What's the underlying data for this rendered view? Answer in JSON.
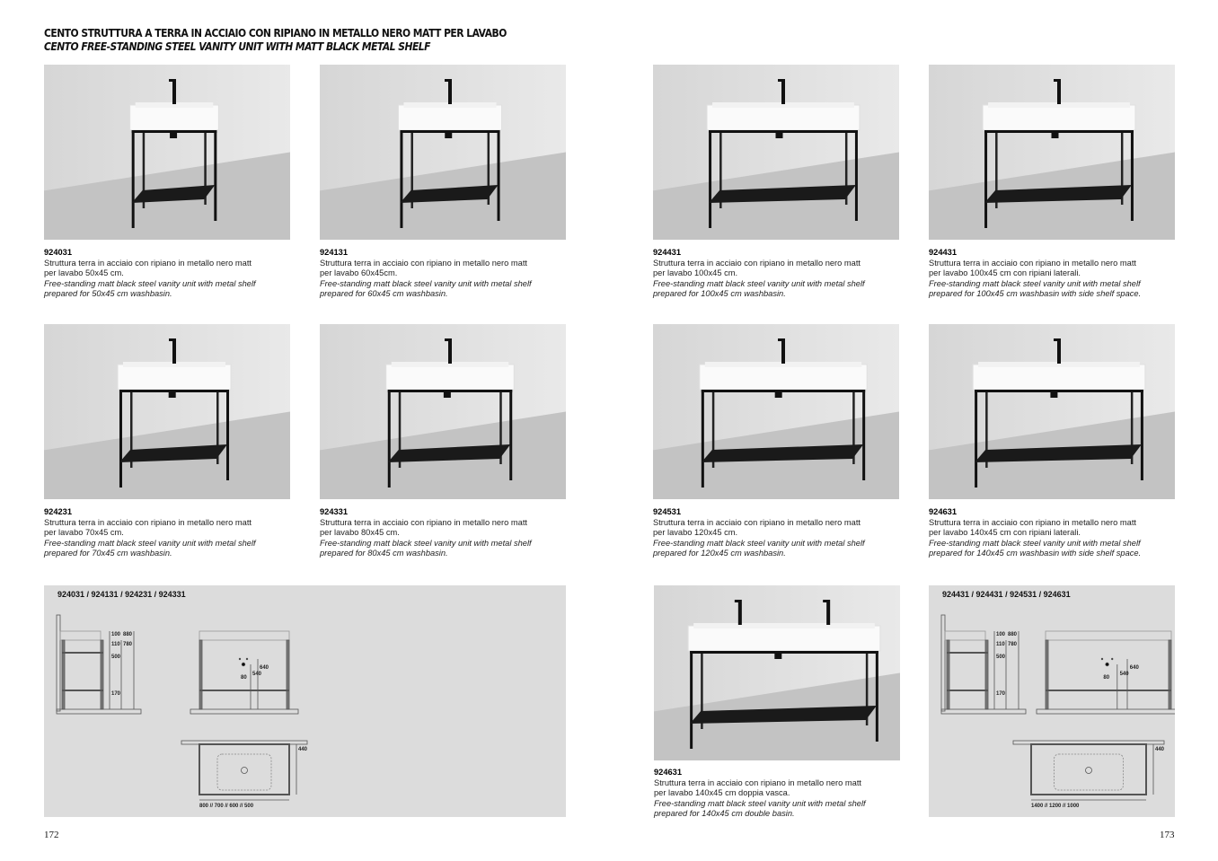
{
  "header": {
    "title_it": "CENTO STRUTTURA A TERRA IN ACCIAIO CON RIPIANO IN METALLO NERO MATT PER LAVABO",
    "title_en": "CENTO FREE-STANDING STEEL VANITY UNIT WITH MATT BLACK METAL SHELF"
  },
  "products": [
    {
      "code": "924031",
      "it1": "Struttura terra in acciaio con ripiano in metallo nero matt",
      "it2": "per lavabo 50x45 cm.",
      "en1": "Free-standing matt black steel vanity unit with metal shelf",
      "en2": "prepared for 50x45 cm washbasin."
    },
    {
      "code": "924131",
      "it1": "Struttura terra in acciaio con ripiano in metallo nero matt",
      "it2": "per lavabo 60x45cm.",
      "en1": "Free-standing matt black steel vanity unit with metal shelf",
      "en2": "prepared for 60x45 cm washbasin."
    },
    {
      "code": "924431",
      "it1": "Struttura terra in acciaio con ripiano in metallo nero matt",
      "it2": "per lavabo 100x45 cm.",
      "en1": "Free-standing matt black steel vanity unit with metal shelf",
      "en2": "prepared for 100x45 cm washbasin."
    },
    {
      "code": "924431",
      "it1": "Struttura terra in acciaio con ripiano in metallo nero matt",
      "it2": "per lavabo 100x45 cm con ripiani laterali.",
      "en1": "Free-standing matt black steel vanity unit with metal shelf",
      "en2": "prepared for 100x45 cm washbasin with side shelf space."
    },
    {
      "code": "924231",
      "it1": "Struttura terra in acciaio con ripiano in metallo nero matt",
      "it2": "per lavabo 70x45 cm.",
      "en1": "Free-standing matt black steel vanity unit with metal shelf",
      "en2": "prepared for 70x45 cm washbasin."
    },
    {
      "code": "924331",
      "it1": "Struttura terra in acciaio con ripiano in metallo nero matt",
      "it2": "per lavabo 80x45 cm.",
      "en1": "Free-standing matt black steel vanity unit with metal shelf",
      "en2": "prepared for 80x45 cm washbasin."
    },
    {
      "code": "924531",
      "it1": "Struttura terra in acciaio con ripiano in metallo nero matt",
      "it2": "per lavabo 120x45 cm.",
      "en1": "Free-standing matt black steel vanity unit with metal shelf",
      "en2": "prepared for 120x45 cm washbasin."
    },
    {
      "code": "924631",
      "it1": "Struttura terra in acciaio con ripiano in metallo nero matt",
      "it2": "per lavabo 140x45 cm con ripiani laterali.",
      "en1": "Free-standing matt black steel vanity unit with metal shelf",
      "en2": "prepared for 140x45 cm washbasin with side shelf space."
    },
    {
      "code": "924631",
      "it1": "Struttura terra in acciaio con ripiano in metallo nero matt",
      "it2": "per lavabo 140x45 cm doppia vasca.",
      "en1": "Free-standing matt black steel vanity unit with metal shelf",
      "en2": "prepared for 140x45 cm double basin."
    }
  ],
  "diagrams": [
    {
      "title": "924031 / 924131 / 924231 / 924331",
      "d100": "100",
      "d880": "880",
      "d110": "110",
      "d780": "780",
      "d500": "500",
      "d170": "170",
      "d640": "640",
      "d540": "540",
      "d80": "80",
      "d440": "440",
      "widths": "800 // 700 // 600 // 500"
    },
    {
      "title": "924431 / 924431 / 924531 / 924631",
      "d100": "100",
      "d880": "880",
      "d110": "110",
      "d780": "780",
      "d500": "500",
      "d170": "170",
      "d640": "640",
      "d540": "540",
      "d80": "80",
      "d440": "440",
      "widths": "1400 // 1200 // 1000"
    }
  ],
  "pages": {
    "left": "172",
    "right": "173"
  }
}
